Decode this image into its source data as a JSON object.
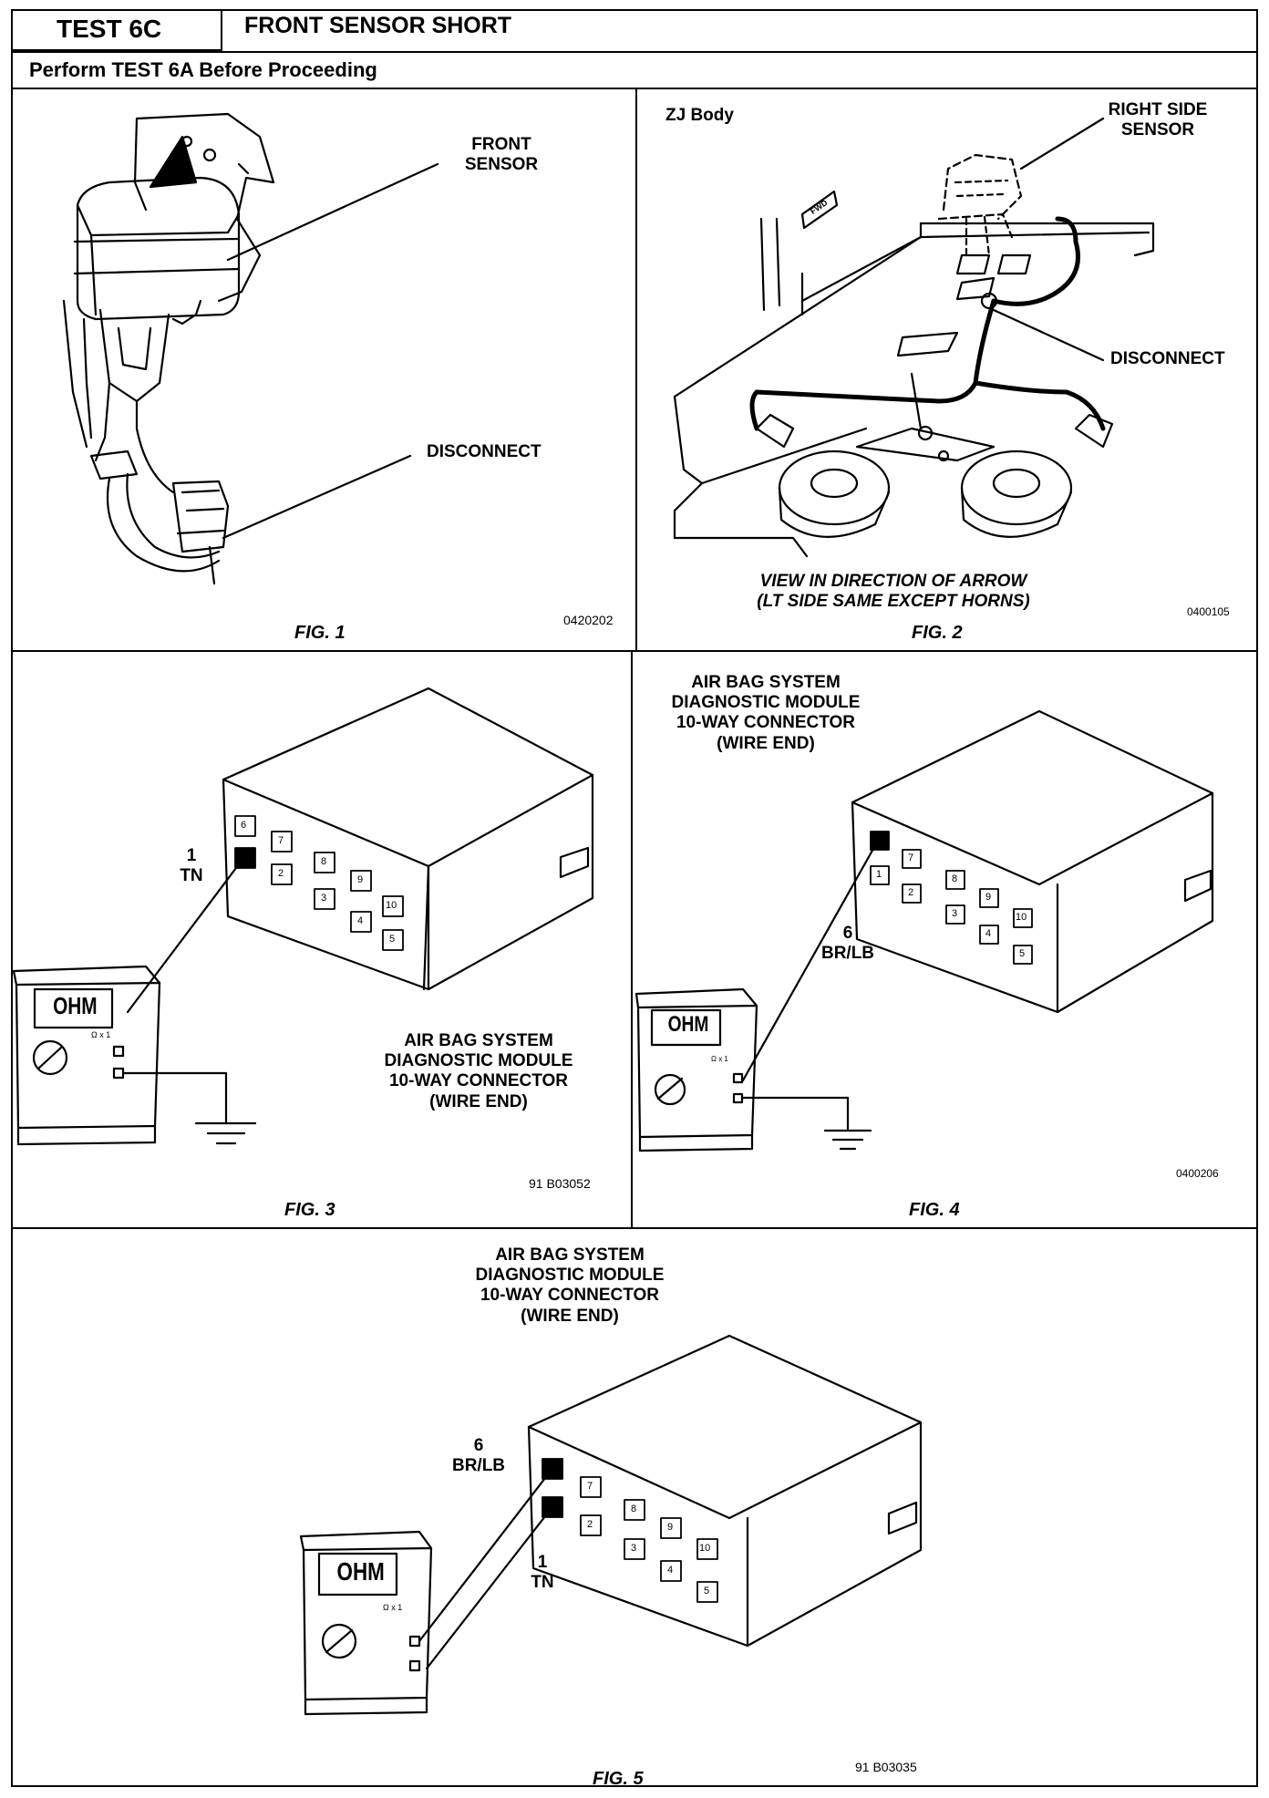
{
  "header": {
    "test_id": "TEST 6C",
    "title": "FRONT SENSOR SHORT",
    "instruction": "Perform TEST 6A Before Proceeding"
  },
  "fig1": {
    "caption": "FIG. 1",
    "code": "0420202",
    "label_sensor": "FRONT\nSENSOR",
    "label_disconnect": "DISCONNECT"
  },
  "fig2": {
    "caption": "FIG. 2",
    "code": "0400105",
    "body_label": "ZJ Body",
    "label_sensor": "RIGHT SIDE\nSENSOR",
    "label_disconnect": "DISCONNECT",
    "view_note": "VIEW IN DIRECTION OF ARROW\n(LT SIDE SAME EXCEPT HORNS)",
    "arrow_text": "FWD"
  },
  "fig3": {
    "caption": "FIG. 3",
    "code": "91 B03052",
    "module_label": "AIR BAG SYSTEM\nDIAGNOSTIC MODULE\n10-WAY CONNECTOR\n(WIRE END)",
    "pin_label": "1\nTN",
    "meter_text": "OHM",
    "range_text": "Ω x 1"
  },
  "fig4": {
    "caption": "FIG. 4",
    "code": "0400206",
    "module_label": "AIR BAG SYSTEM\nDIAGNOSTIC MODULE\n10-WAY CONNECTOR\n(WIRE END)",
    "pin_label": "6\nBR/LB",
    "meter_text": "OHM",
    "range_text": "Ω x 1"
  },
  "fig5": {
    "caption": "FIG. 5",
    "code": "91 B03035",
    "module_label": "AIR BAG SYSTEM\nDIAGNOSTIC MODULE\n10-WAY CONNECTOR\n(WIRE END)",
    "pin_label_top": "6\nBR/LB",
    "pin_label_bottom": "1\nTN",
    "meter_text": "OHM",
    "range_text": "Ω x 1"
  },
  "connector_pins": {
    "top_row": [
      "6",
      "7",
      "8",
      "9",
      "10"
    ],
    "bottom_row": [
      "1",
      "2",
      "3",
      "4",
      "5"
    ]
  }
}
